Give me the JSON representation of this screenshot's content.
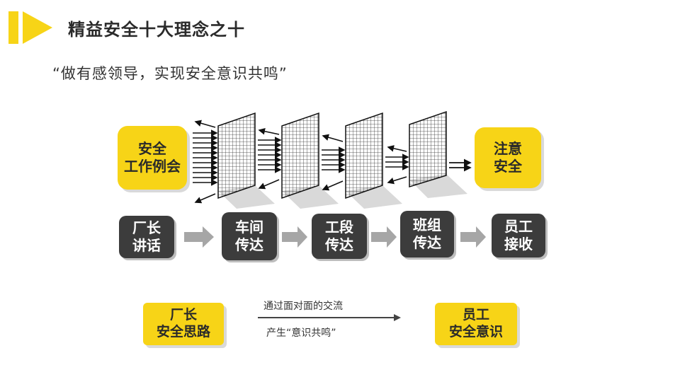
{
  "header": {
    "title": "精益安全十大理念之十",
    "accent_color": "#f7d417"
  },
  "subtitle": "“做有感领导，实现安全意识共鸣”",
  "top_row": {
    "left_box": [
      "安全",
      "工作例会"
    ],
    "right_box": [
      "注意",
      "安全"
    ]
  },
  "chain": [
    [
      "厂长",
      "讲话"
    ],
    [
      "车间",
      "传达"
    ],
    [
      "工段",
      "传达"
    ],
    [
      "班组",
      "传达"
    ],
    [
      "员工",
      "接收"
    ]
  ],
  "bottom_flow": {
    "source": [
      "厂长",
      "安全思路"
    ],
    "target": [
      "员工",
      "安全意识"
    ],
    "above_arrow": "通过面对面的交流",
    "below_arrow": "产生“意识共鸣”"
  },
  "colors": {
    "yellow": "#f7d417",
    "dark_box": "#3c3c3c",
    "arrow_gray": "#a6a6a6"
  }
}
